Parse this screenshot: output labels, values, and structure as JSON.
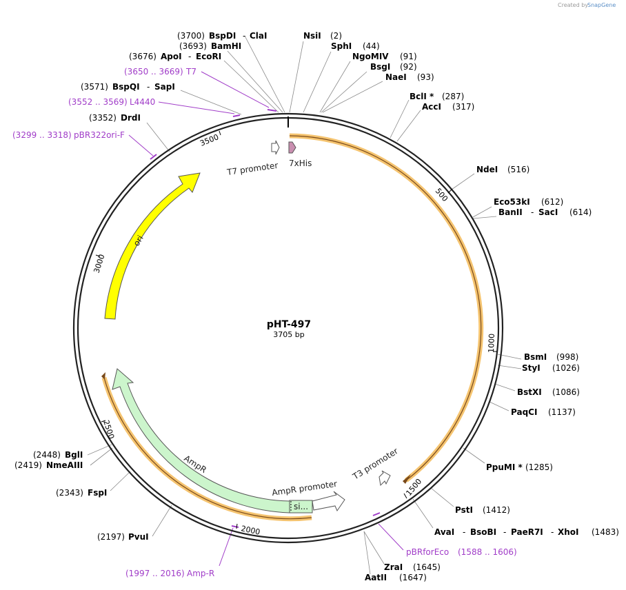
{
  "credit": {
    "text": "Created by",
    "brand": "SnapGene"
  },
  "plasmid": {
    "name": "pHT-497",
    "size_label": "3705 bp"
  },
  "ticks": [
    "500",
    "1000",
    "1500",
    "2000",
    "2500",
    "3000",
    "3500"
  ],
  "features": {
    "ori": "ori",
    "ampr": "AmpR",
    "ampr_promoter": "AmpR promoter",
    "signal": "si...",
    "t7_promoter": "T7 promoter",
    "t3_promoter": "T3 promoter",
    "his": "7xHis"
  },
  "sites": [
    {
      "pos": "(3700)",
      "name": "BspDI",
      "name2": "ClaI"
    },
    {
      "pos": "(3693)",
      "name": "BamHI"
    },
    {
      "pos": "(3676)",
      "name": "ApoI",
      "name2": "EcoRI"
    },
    {
      "pos": "(3571)",
      "name": "BspQI",
      "name2": "SapI"
    },
    {
      "pos": "(3352)",
      "name": "DrdI"
    },
    {
      "pos": "(2)",
      "name": "NsiI"
    },
    {
      "pos": "(44)",
      "name": "SphI"
    },
    {
      "pos": "(91)",
      "name": "NgoMIV"
    },
    {
      "pos": "(92)",
      "name": "BsgI"
    },
    {
      "pos": "(93)",
      "name": "NaeI"
    },
    {
      "pos": "(287)",
      "name": "BclI *"
    },
    {
      "pos": "(317)",
      "name": "AccI"
    },
    {
      "pos": "(516)",
      "name": "NdeI"
    },
    {
      "pos": "(612)",
      "name": "Eco53kI"
    },
    {
      "pos": "(614)",
      "name": "BanII",
      "name2": "SacI"
    },
    {
      "pos": "(998)",
      "name": "BsmI"
    },
    {
      "pos": "(1026)",
      "name": "StyI"
    },
    {
      "pos": "(1086)",
      "name": "BstXI"
    },
    {
      "pos": "(1137)",
      "name": "PaqCI"
    },
    {
      "pos": "(1285)",
      "name": "PpuMI *"
    },
    {
      "pos": "(1412)",
      "name": "PstI"
    },
    {
      "pos": "(1483)",
      "name": "AvaI",
      "name2": "BsoBI",
      "name3": "PaeR7I",
      "name4": "XhoI"
    },
    {
      "pos": "(1645)",
      "name": "ZraI"
    },
    {
      "pos": "(1647)",
      "name": "AatII"
    },
    {
      "pos": "(2197)",
      "name": "PvuI"
    },
    {
      "pos": "(2343)",
      "name": "FspI"
    },
    {
      "pos": "(2419)",
      "name": "NmeAIII"
    },
    {
      "pos": "(2448)",
      "name": "BglI"
    }
  ],
  "primers": [
    {
      "range": "(3650 .. 3669)",
      "name": "T7"
    },
    {
      "range": "(3552 .. 3569)",
      "name": "L4440"
    },
    {
      "range": "(3299 .. 3318)",
      "name": "pBR322ori-F"
    },
    {
      "range": "(1588 .. 1606)",
      "name": "pBRforEco"
    },
    {
      "range": "(1997 .. 2016)",
      "name": "Amp-R"
    }
  ],
  "colors": {
    "ori": "#ffff00",
    "ampr": "#ccf5cc",
    "his": "#c98fb0",
    "orf": "#f5c470",
    "primer": "#a03cc8",
    "backbone": "#222222"
  }
}
